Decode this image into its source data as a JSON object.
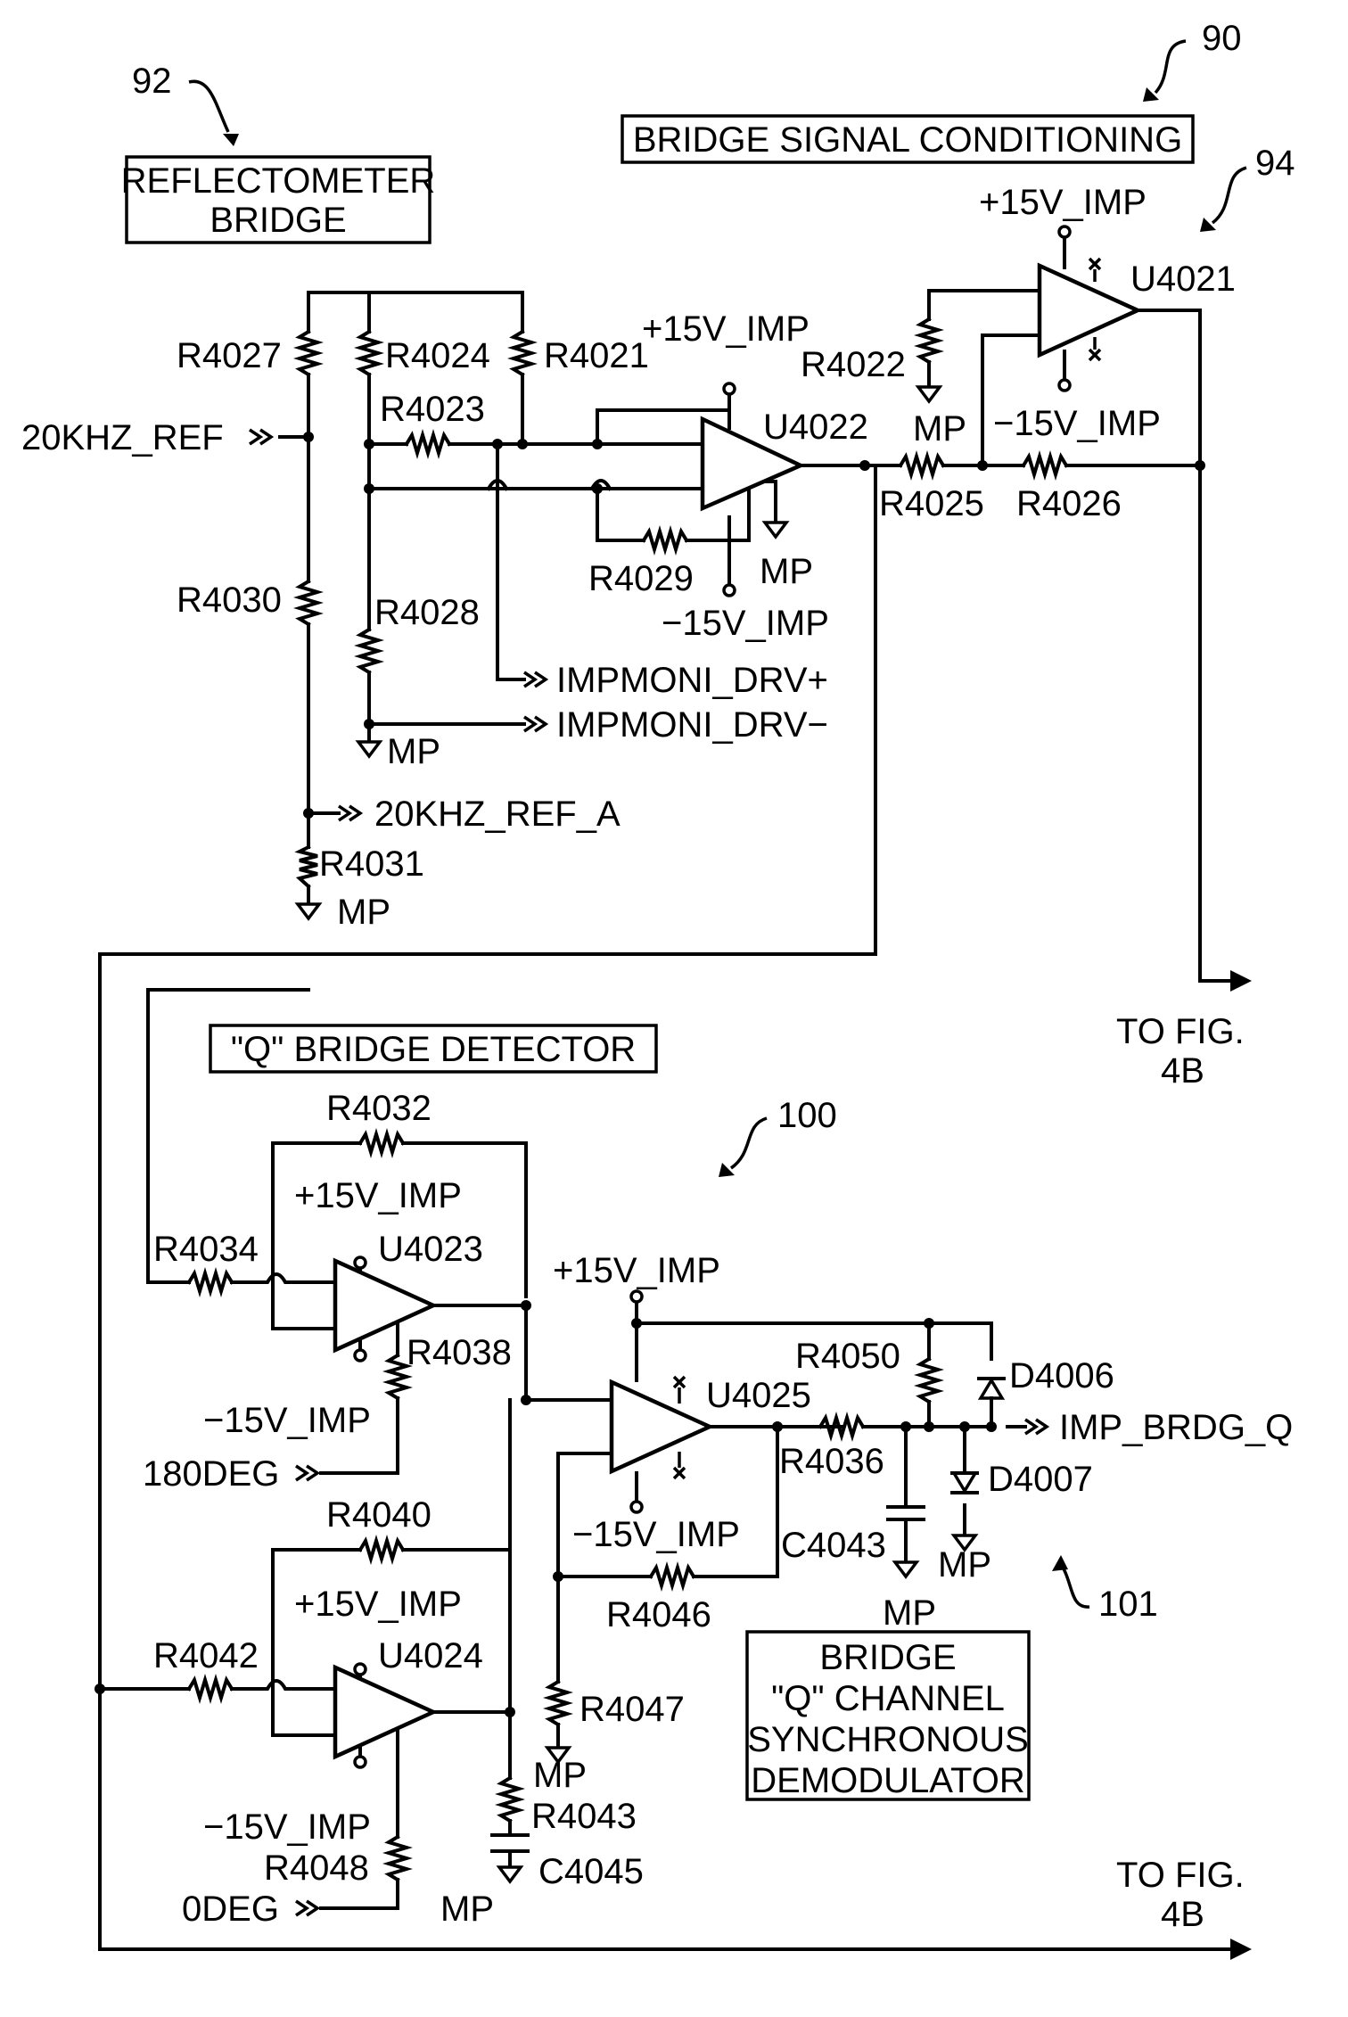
{
  "refs": {
    "r90": "90",
    "r92": "92",
    "r94": "94",
    "r100": "100",
    "r101": "101"
  },
  "blocks": {
    "bridge_signal_conditioning": "BRIDGE SIGNAL CONDITIONING",
    "reflectometer_line1": "REFLECTOMETER",
    "reflectometer_line2": "BRIDGE",
    "q_bridge_detector": "\"Q\" BRIDGE DETECTOR",
    "demod_line1": "BRIDGE",
    "demod_line2": "\"Q\" CHANNEL",
    "demod_line3": "SYNCHRONOUS",
    "demod_line4": "DEMODULATOR"
  },
  "components": {
    "R4021": "R4021",
    "R4022": "R4022",
    "R4023": "R4023",
    "R4024": "R4024",
    "R4025": "R4025",
    "R4026": "R4026",
    "R4027": "R4027",
    "R4028": "R4028",
    "R4029": "R4029",
    "R4030": "R4030",
    "R4031": "R4031",
    "R4032": "R4032",
    "R4034": "R4034",
    "R4036": "R4036",
    "R4038": "R4038",
    "R4040": "R4040",
    "R4042": "R4042",
    "R4043": "R4043",
    "R4046": "R4046",
    "R4047": "R4047",
    "R4048": "R4048",
    "R4050": "R4050",
    "U4021": "U4021",
    "U4022": "U4022",
    "U4023": "U4023",
    "U4024": "U4024",
    "U4025": "U4025",
    "C4043": "C4043",
    "C4045": "C4045",
    "D4006": "D4006",
    "D4007": "D4007"
  },
  "power": {
    "pos": "+15V_IMP",
    "neg": "−15V_IMP",
    "gnd": "MP"
  },
  "signals": {
    "ref_in": "20KHZ_REF",
    "ref_out": "20KHZ_REF_A",
    "drv_pos": "IMPMONI_DRV+",
    "drv_neg": "IMPMONI_DRV−",
    "deg180": "180DEG",
    "deg0": "0DEG",
    "imp_brdg_q": "IMP_BRDG_Q"
  },
  "offpage": {
    "to_fig_line1": "TO FIG.",
    "to_fig_line2": "4B"
  }
}
